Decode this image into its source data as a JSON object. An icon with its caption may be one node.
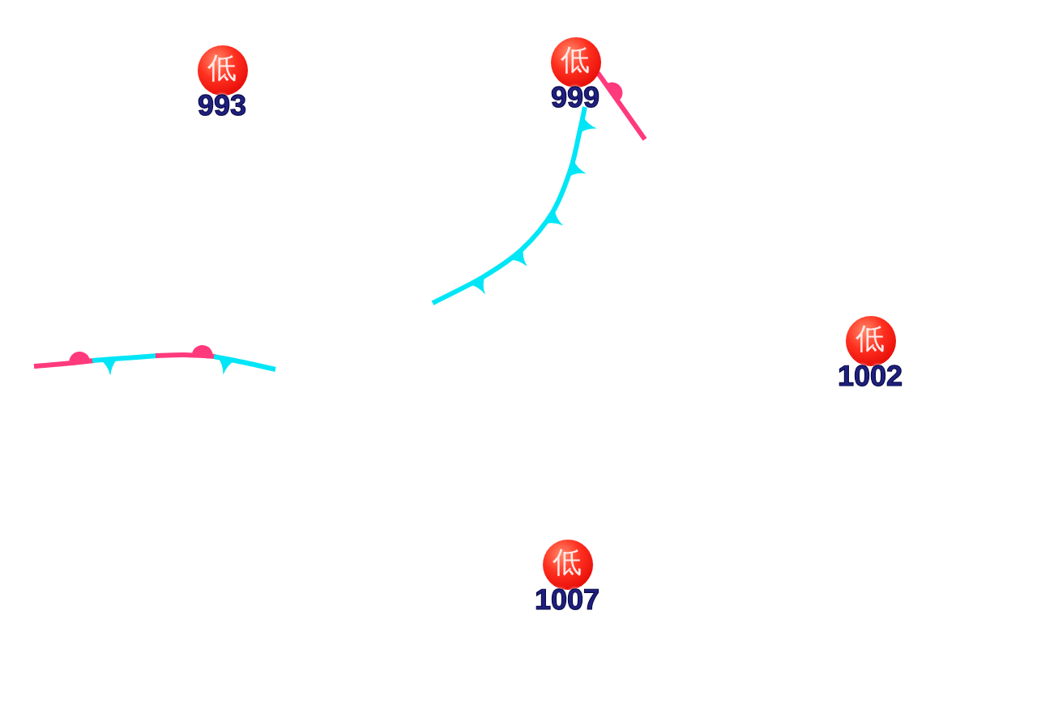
{
  "diagram": {
    "nodes": [
      {
        "text": [
          "低"
        ],
        "beside": [
          "993"
        ]
      },
      {
        "text": [
          "低"
        ],
        "beside": [
          "999"
        ]
      },
      {
        "text": [
          "低"
        ],
        "beside": [
          "1002"
        ]
      },
      {
        "text": [
          "低"
        ],
        "beside": [
          "1007"
        ]
      }
    ]
  }
}
